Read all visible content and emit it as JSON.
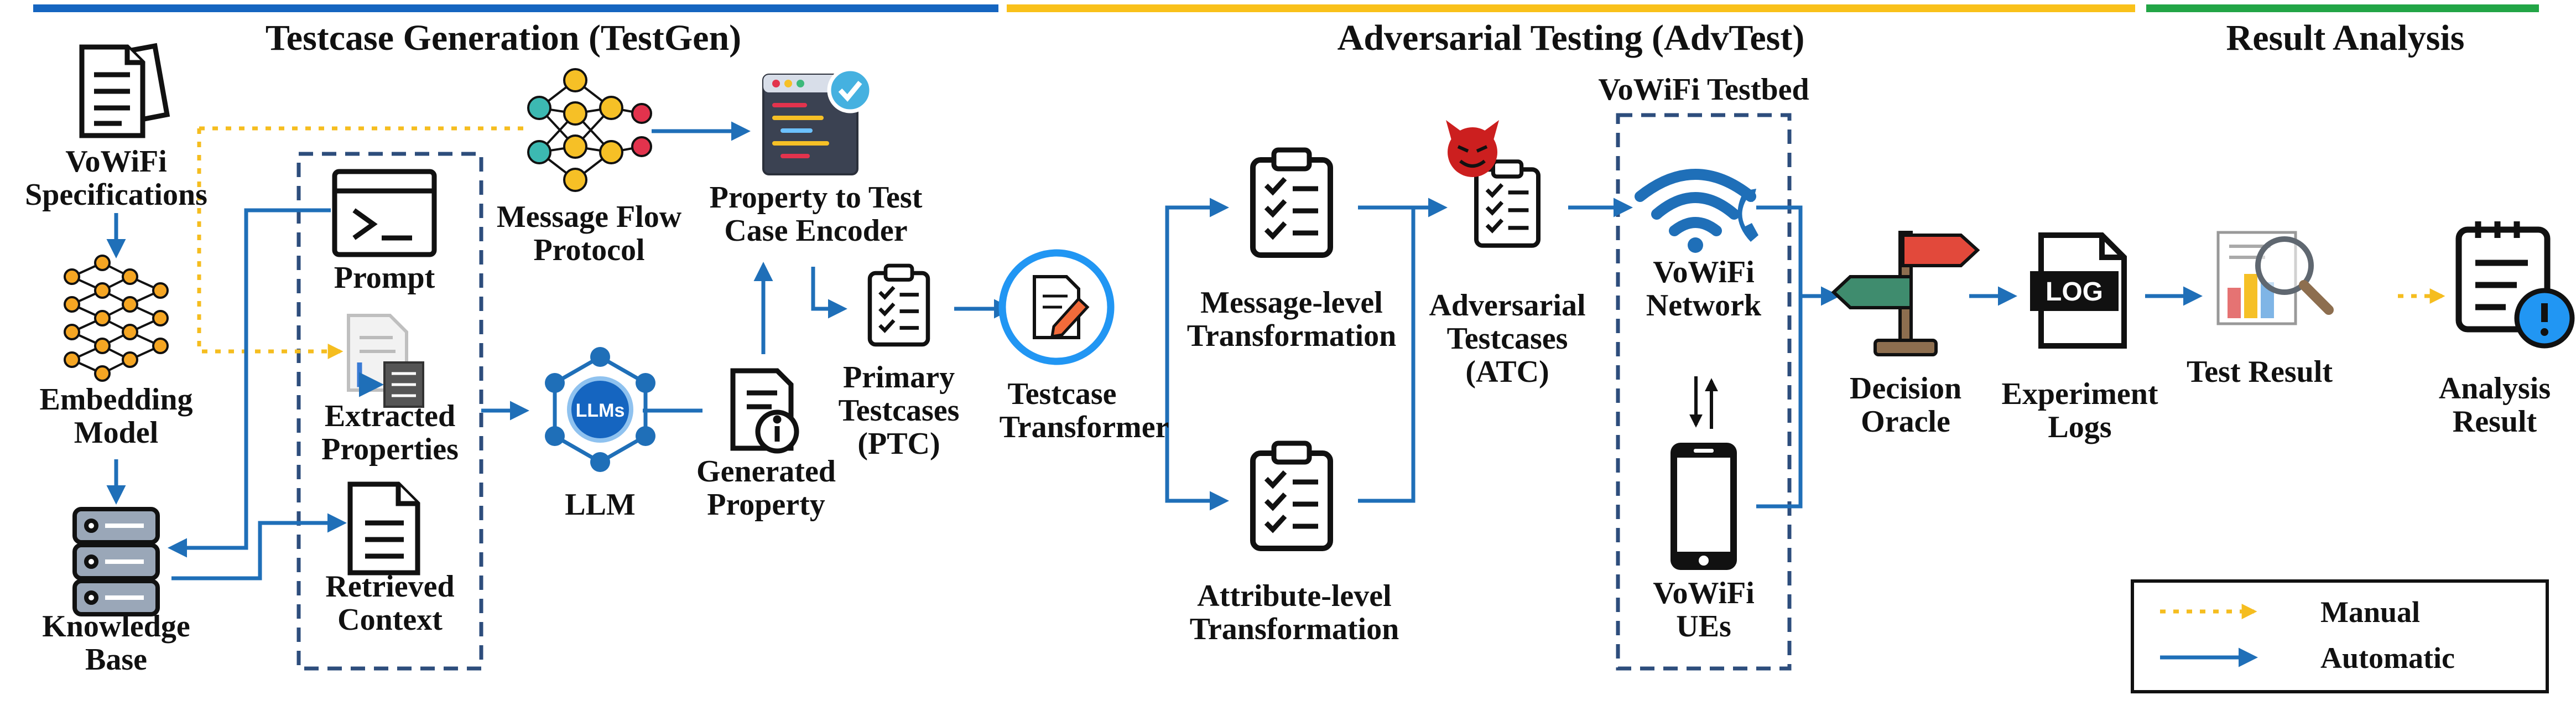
{
  "sections": [
    {
      "title": "Testcase Generation (TestGen)",
      "color": "#1565c0"
    },
    {
      "title": "Adversarial Testing (AdvTest)",
      "color": "#f9c11a"
    },
    {
      "title": "Result Analysis",
      "color": "#22a546"
    }
  ],
  "nodes": {
    "vowifi_specs": [
      "VoWiFi",
      "Specifications"
    ],
    "embedding_model": [
      "Embedding",
      "Model"
    ],
    "knowledge_base": [
      "Knowledge",
      "Base"
    ],
    "prompt": [
      "Prompt"
    ],
    "extracted_properties": [
      "Extracted",
      "Properties"
    ],
    "retrieved_context": [
      "Retrieved",
      "Context"
    ],
    "message_flow_protocol": [
      "Message Flow",
      "Protocol"
    ],
    "llm": [
      "LLM"
    ],
    "llm_badge": "LLMs",
    "generated_property": [
      "Generated",
      "Property"
    ],
    "property_encoder": [
      "Property to Test",
      "Case Encoder"
    ],
    "primary_testcases": [
      "Primary",
      "Testcases",
      "(PTC)"
    ],
    "testcase_transformer": [
      "Testcase",
      "Transformer"
    ],
    "message_level": [
      "Message-level",
      "Transformation"
    ],
    "attribute_level": [
      "Attribute-level",
      "Transformation"
    ],
    "adversarial_testcases": [
      "Adversarial",
      "Testcases",
      "(ATC)"
    ],
    "testbed_title": "VoWiFi Testbed",
    "vowifi_network": [
      "VoWiFi",
      "Network"
    ],
    "vowifi_ues": [
      "VoWiFi",
      "UEs"
    ],
    "decision_oracle": [
      "Decision",
      "Oracle"
    ],
    "experiment_logs": [
      "Experiment",
      "Logs"
    ],
    "log_badge": "LOG",
    "test_result": [
      "Test Result"
    ],
    "analysis_result": [
      "Analysis",
      "Result"
    ]
  },
  "legend": {
    "manual": "Manual",
    "automatic": "Automatic"
  },
  "colors": {
    "automatic": "#1f6fb8",
    "manual": "#f5bd1f",
    "dashed_box": "#2d4d7c",
    "devil": "#cc1f1f"
  }
}
